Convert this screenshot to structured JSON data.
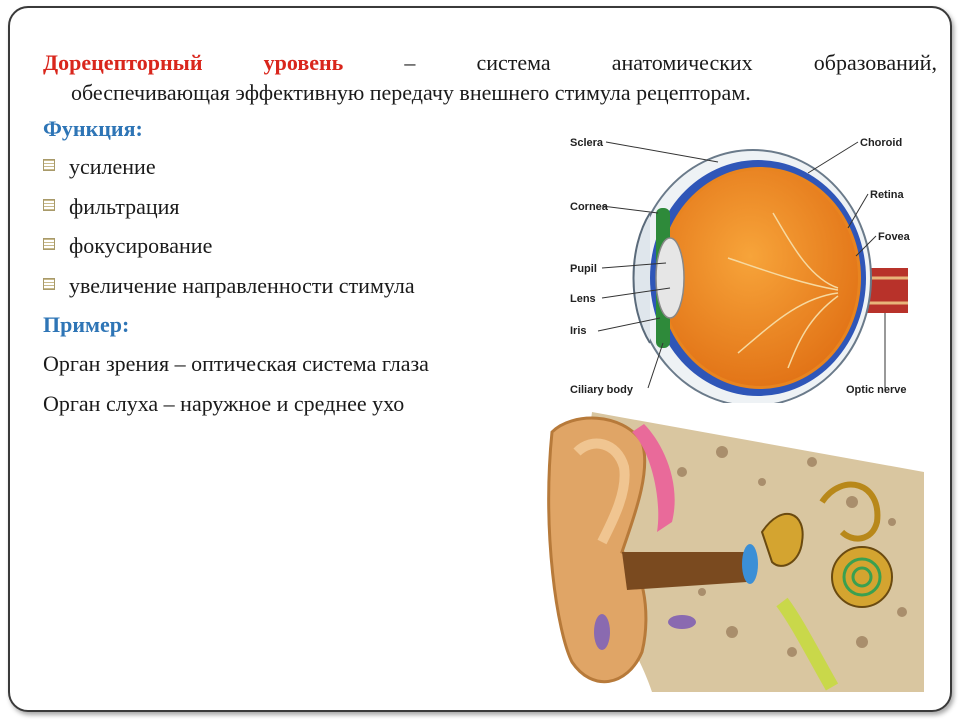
{
  "intro": {
    "term": "Дорецепторный уровень",
    "line1_words": [
      "–",
      "система",
      "анатомических",
      "образований,"
    ],
    "line2": "обеспечивающая эффективную передачу внешнего стимула  рецепторам."
  },
  "function_heading": "Функция:",
  "functions": [
    "усиление",
    "фильтрация",
    "фокусирование",
    "увеличение направленности стимула"
  ],
  "example_heading": "Пример:",
  "examples": [
    "Орган зрения – оптическая система глаза",
    "Орган слуха – наружное и среднее ухо"
  ],
  "eye_labels": {
    "sclera": "Sclera",
    "cornea": "Cornea",
    "pupil": "Pupil",
    "lens": "Lens",
    "iris": "Iris",
    "ciliary": "Ciliary body",
    "choroid": "Choroid",
    "retina": "Retina",
    "fovea": "Fovea",
    "optic": "Optic nerve"
  }
}
